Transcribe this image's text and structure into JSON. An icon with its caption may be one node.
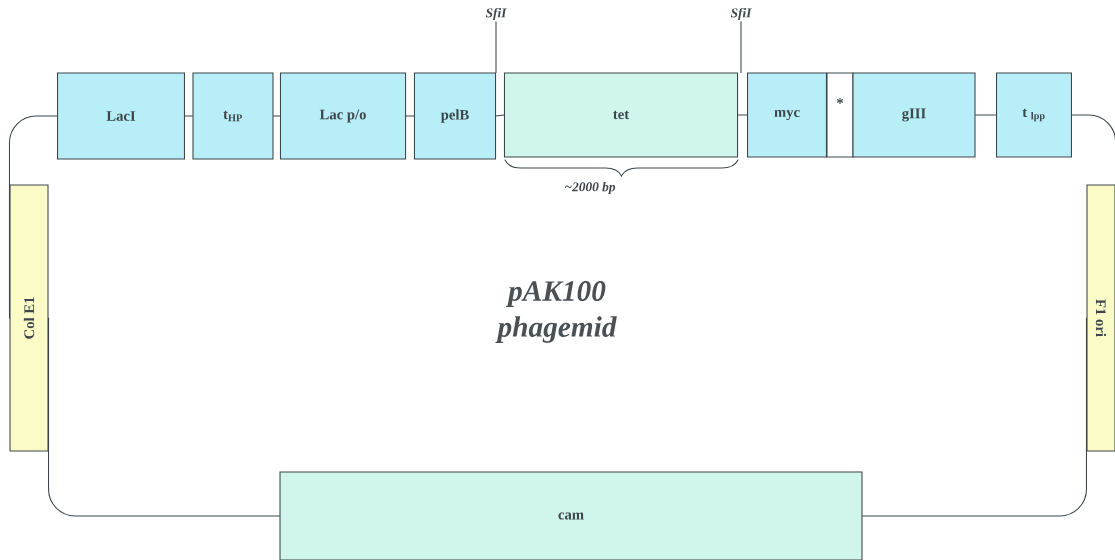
{
  "diagram": {
    "nodes": [
      {
        "text": [
          "SfiI"
        ]
      },
      {
        "text": [
          "SfiI"
        ]
      },
      {
        "text": [
          "LacI"
        ]
      },
      {
        "text": [
          "t$_{HP}$"
        ]
      },
      {
        "text": [
          "Lac p/o"
        ]
      },
      {
        "text": [
          "pelB"
        ]
      },
      {
        "text": [
          "tet"
        ]
      },
      {
        "text": [
          "myc"
        ]
      },
      {
        "text": [
          "*"
        ]
      },
      {
        "text": [
          "gIII"
        ]
      },
      {
        "text": [
          "t $_{lpp}$"
        ]
      },
      {
        "text": [
          "Col E1"
        ]
      },
      {
        "text": [
          "F1 ori"
        ]
      },
      {
        "text": [
          "cam"
        ]
      }
    ],
    "edges": [
      {
        "from": 0,
        "to": 5,
        "arrow": "none"
      },
      {
        "from": 1,
        "to": 7,
        "arrow": "none"
      },
      {
        "from": 2,
        "to": 3,
        "arrow": "none"
      },
      {
        "from": 3,
        "to": 4,
        "arrow": "none"
      },
      {
        "from": 4,
        "to": 5,
        "arrow": "none"
      },
      {
        "from": 5,
        "to": 6,
        "arrow": "none"
      },
      {
        "from": 6,
        "to": 7,
        "arrow": "none"
      },
      {
        "from": 9,
        "to": 10,
        "arrow": "none"
      },
      {
        "from": 10,
        "to": 12,
        "arrow": "none"
      },
      {
        "from": 12,
        "to": 13,
        "arrow": "none"
      },
      {
        "from": 13,
        "to": 11,
        "arrow": "none"
      },
      {
        "from": 11,
        "to": 2,
        "arrow": "none"
      }
    ],
    "labels": [
      "~2000 bp",
      "pAK100 phagemid"
    ]
  }
}
